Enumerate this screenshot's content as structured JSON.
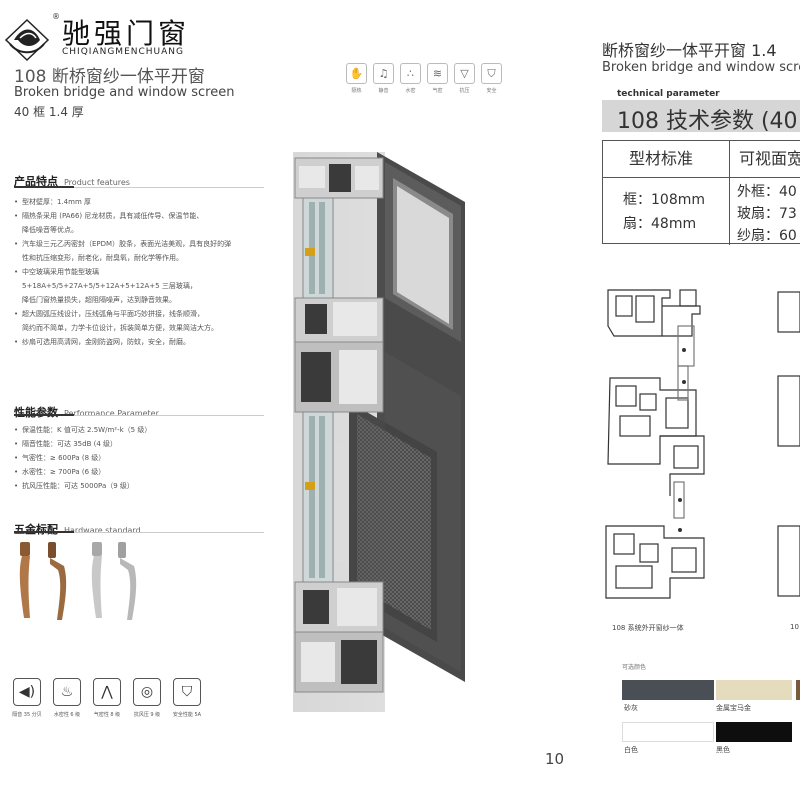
{
  "brand": {
    "name_cn": "驰强门窗",
    "name_en": "CHIQIANGMENCHUANG",
    "reg": "®"
  },
  "left": {
    "title_cn": "108 断桥窗纱一体平开窗",
    "title_en": "Broken bridge and window screen",
    "subtitle": "40 框  1.4 厚",
    "top_icons": [
      {
        "icon": "shield-heat-icon",
        "label": "隔热"
      },
      {
        "icon": "silent-icon",
        "label": "静音"
      },
      {
        "icon": "water-drop-icon",
        "label": "水密"
      },
      {
        "icon": "wind-icon",
        "label": "气密"
      },
      {
        "icon": "pressure-icon",
        "label": "抗压"
      },
      {
        "icon": "safety-shield-icon",
        "label": "安全"
      }
    ],
    "features_title": "产品特点",
    "features_sub": "Product features",
    "features": [
      {
        "text": "型材壁厚：1.4mm 厚",
        "cont": false
      },
      {
        "text": "隔热条采用 (PA66) 尼龙材质，具有减低传导、保温节能、",
        "cont": false
      },
      {
        "text": "降低噪音等优点。",
        "cont": true
      },
      {
        "text": "汽车级三元乙丙密封（EPDM）胶条，表面光洁美观，具有良好的弹",
        "cont": false
      },
      {
        "text": "性和抗压缩变形，耐老化，耐臭氧，耐化学等作用。",
        "cont": true
      },
      {
        "text": "中空玻璃采用节能型玻璃",
        "cont": false
      },
      {
        "text": "5+18A+5/5+27A+5/5+12A+5+12A+5 三层玻璃，",
        "cont": true
      },
      {
        "text": "降低门窗热量损失，超阻隔噪声，达到静音效果。",
        "cont": true
      },
      {
        "text": "超大圆弧压线设计，压线弧角与平面巧妙拼接，线条顺滑，",
        "cont": false
      },
      {
        "text": "简约而不简单，力学卡位设计，拆装简单方便，效果简洁大方。",
        "cont": true
      },
      {
        "text": "纱扇可选用高清网，金刚防盗网，防蚊，安全，耐磨。",
        "cont": false
      }
    ],
    "perf_title": "性能参数",
    "perf_sub": "Performance Parameter",
    "perf": [
      "保温性能：K 值可达 2.5W/m²-k（5 级）",
      "隔音性能：可达 35dB (4 级）",
      "气密性：≥ 600Pa (8 级）",
      "水密性：≥ 700Pa (6 级）",
      "抗风压性能：可达 5000Pa（9 级）"
    ],
    "hardware_title": "五金标配",
    "hardware_sub": "Hardware standard",
    "handle_colors": [
      "#b07848",
      "#9c6a40",
      "#c8c8c8",
      "#b8b8b8"
    ],
    "bottom_icons": [
      {
        "icon": "sound-icon",
        "label": "隔音 35 分贝"
      },
      {
        "icon": "water-level-icon",
        "label": "水密性 6 级"
      },
      {
        "icon": "airtight-icon",
        "label": "气密性 8 级"
      },
      {
        "icon": "wind-pressure-icon",
        "label": "抗风压 9 级"
      },
      {
        "icon": "security-icon",
        "label": "安全性能 5A"
      }
    ]
  },
  "right": {
    "title_cn": "断桥窗纱一体平开窗  1.4",
    "title_en": "Broken bridge and window scre",
    "tp_label": "technical parameter",
    "title": "108 技术参数 (40",
    "table": {
      "col1_header": "型材标准",
      "col2_header": "可视面宽",
      "col1_rows": [
        "框：108mm",
        "扇：48mm"
      ],
      "col2_rows": [
        "外框：40",
        "玻扇：73",
        "纱扇：60"
      ]
    },
    "drawing_caption": "108 系统外开窗纱一体",
    "drawing_caption2": "10",
    "colors_title": "可选颜色",
    "colors": [
      {
        "name": "砂灰",
        "hex": "#4a4e55"
      },
      {
        "name": "金属宝马金",
        "hex": "#e4dcbc"
      },
      {
        "name": "白色",
        "hex": "#ffffff"
      },
      {
        "name": "黑色",
        "hex": "#0e0e0e"
      }
    ]
  },
  "page_number": "10"
}
